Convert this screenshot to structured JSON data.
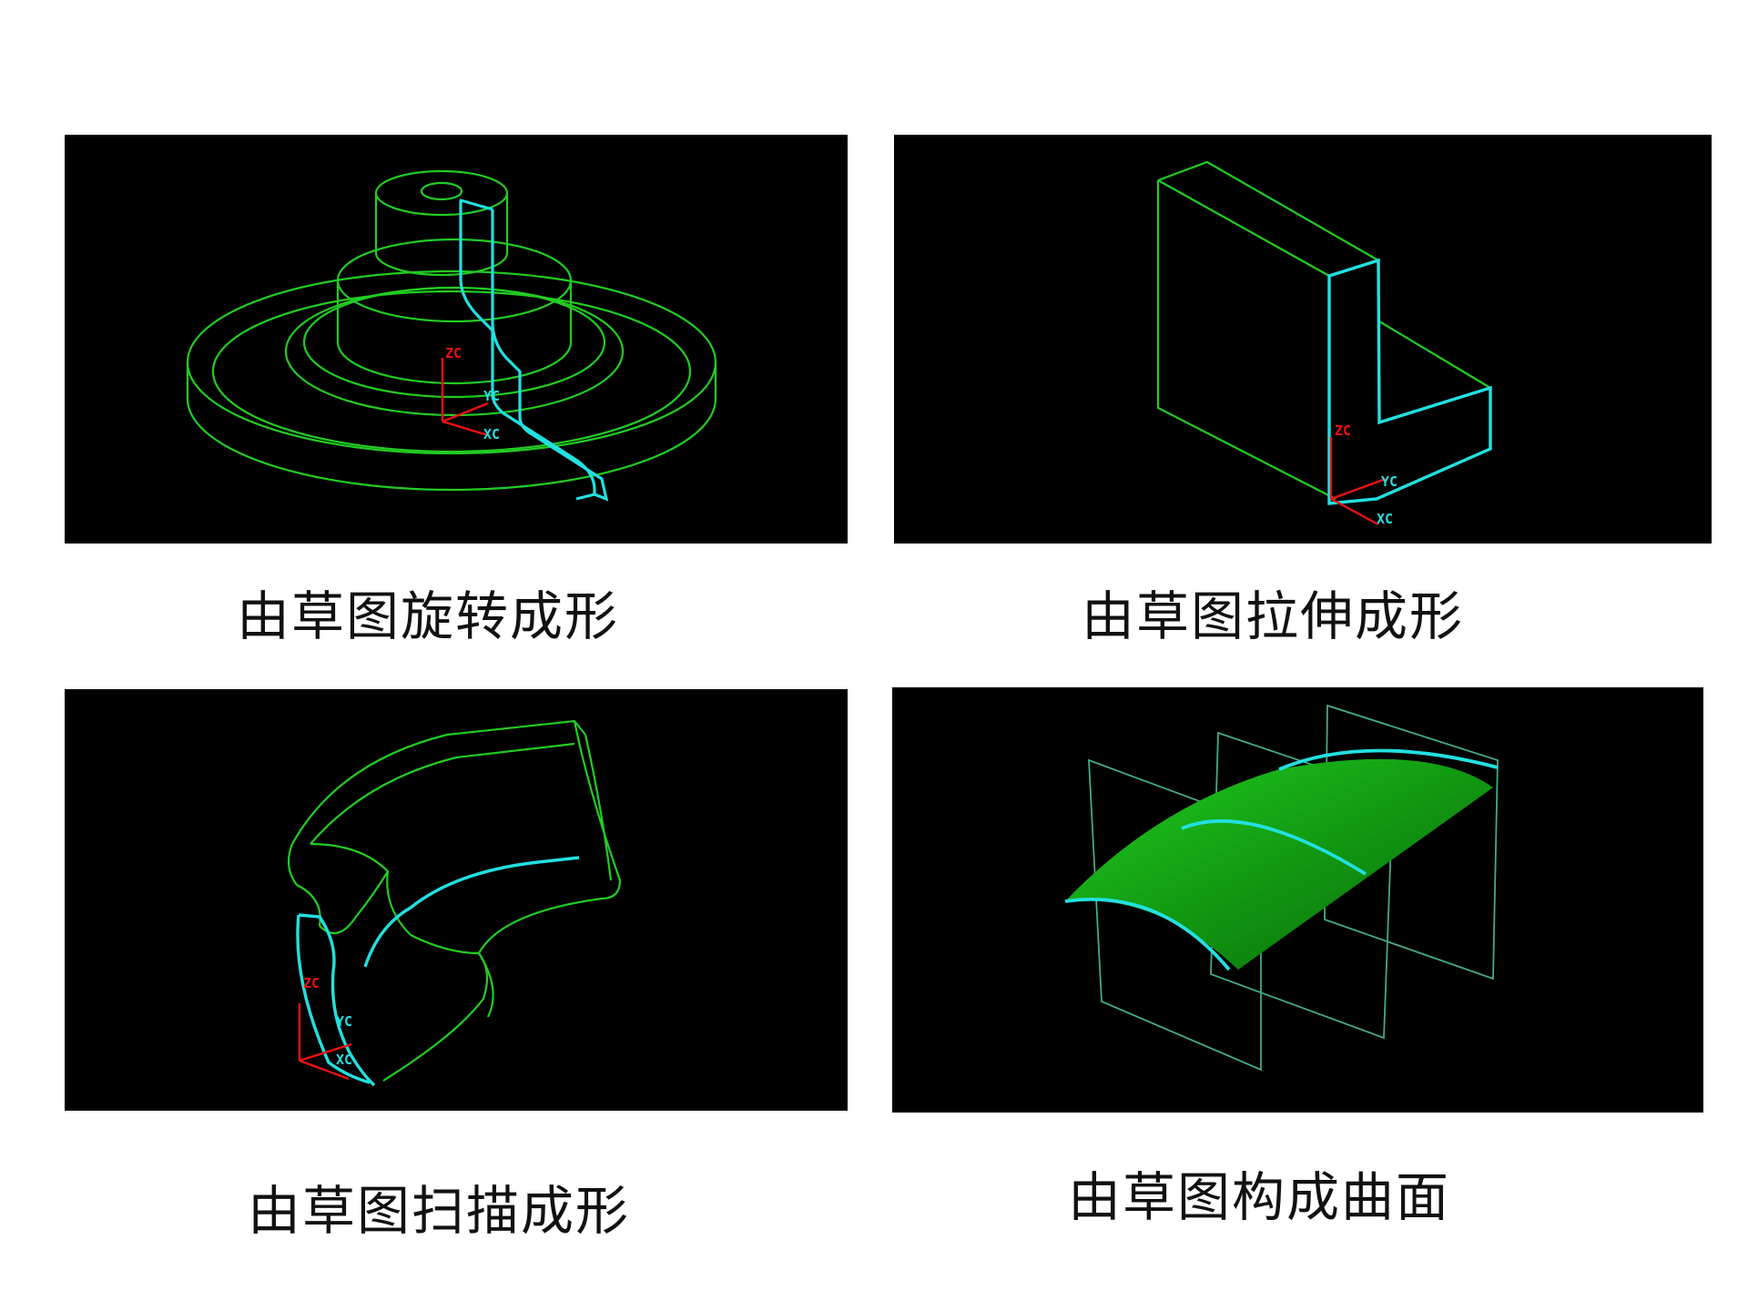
{
  "captions": {
    "revolve": "由草图旋转成形",
    "extrude": "由草图拉伸成形",
    "sweep": "由草图扫描成形",
    "surface": "由草图构成曲面"
  },
  "axes": {
    "z": "ZC",
    "y": "YC",
    "x": "XC"
  },
  "colors": {
    "background": "#000000",
    "wireframe": "#22cc22",
    "sketch": "#22e0e0",
    "axis": "#ee1111",
    "surface": "#119911",
    "planes": "#44aa88"
  }
}
